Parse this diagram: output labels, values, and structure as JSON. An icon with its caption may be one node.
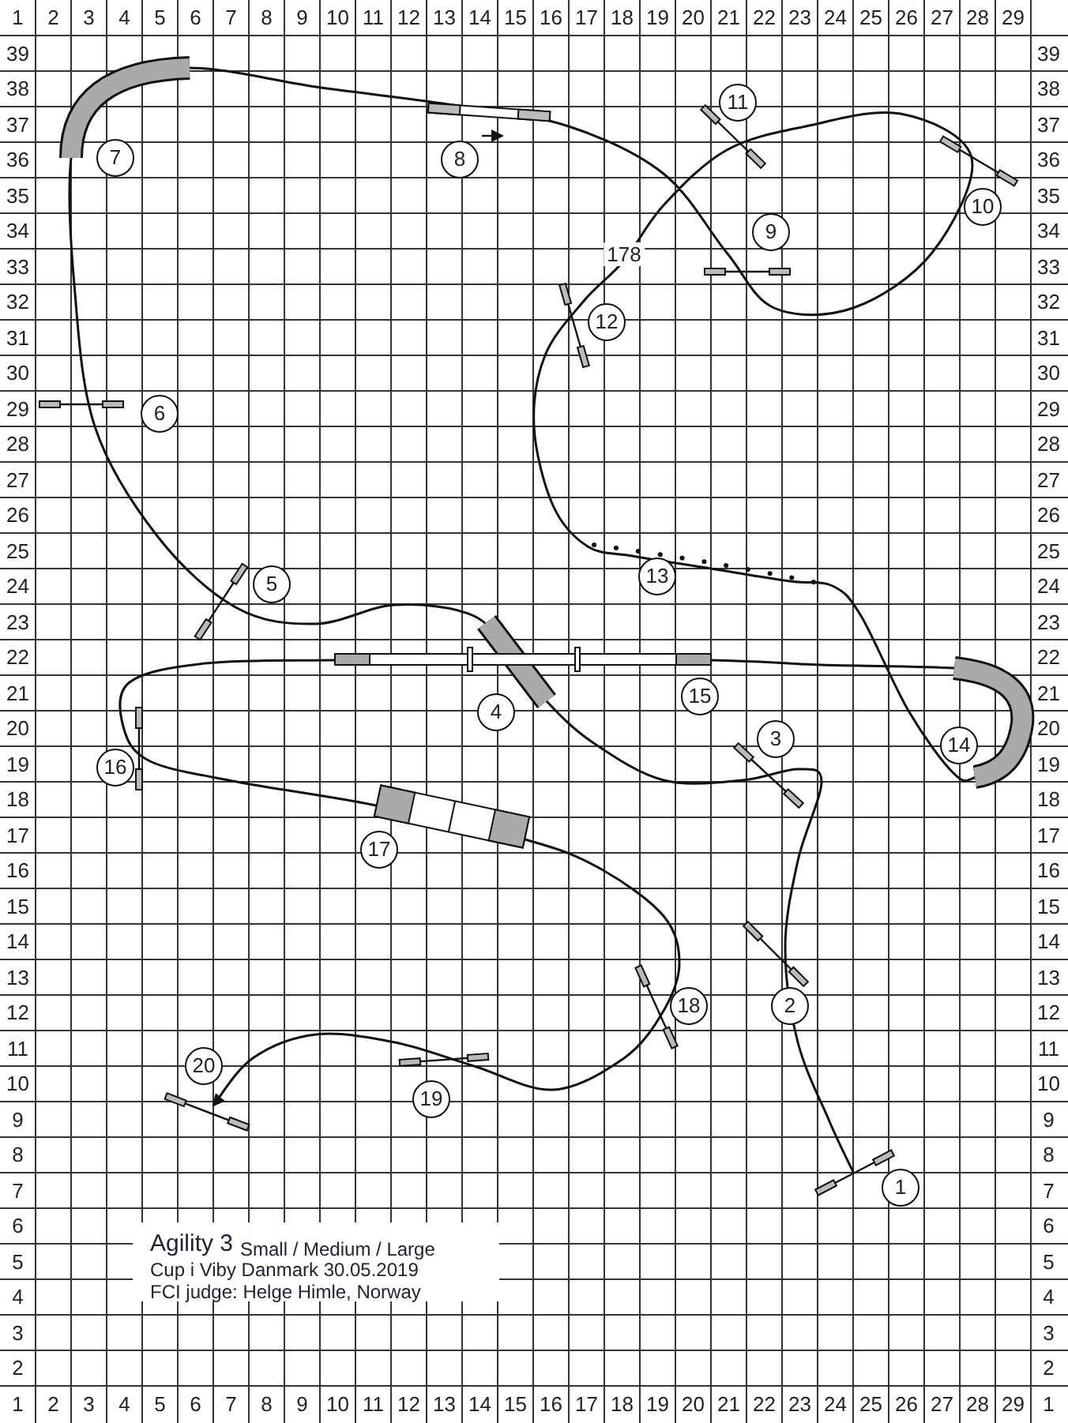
{
  "diagram": {
    "labels": [
      "1",
      "2",
      "3",
      "4",
      "5",
      "6",
      "7",
      "8",
      "9",
      "10",
      "11",
      "12",
      "13",
      "14",
      "15",
      "16",
      "17",
      "18",
      "19",
      "20",
      "21",
      "22",
      "23",
      "24",
      "25",
      "26",
      "27",
      "28",
      "29",
      "39",
      "39",
      "38",
      "38",
      "37",
      "37",
      "36",
      "36",
      "35",
      "35",
      "34",
      "34",
      "33",
      "33",
      "32",
      "32",
      "31",
      "31",
      "30",
      "30",
      "29",
      "29",
      "28",
      "28",
      "27",
      "27",
      "26",
      "26",
      "25",
      "25",
      "24",
      "24",
      "23",
      "23",
      "22",
      "22",
      "21",
      "21",
      "20",
      "20",
      "19",
      "19",
      "18",
      "18",
      "17",
      "17",
      "16",
      "16",
      "15",
      "15",
      "14",
      "14",
      "13",
      "13",
      "12",
      "12",
      "11",
      "11",
      "10",
      "10",
      "9",
      "9",
      "8",
      "8",
      "7",
      "7",
      "6",
      "6",
      "5",
      "5",
      "4",
      "4",
      "3",
      "3",
      "2",
      "2",
      "1",
      "2",
      "3",
      "4",
      "5",
      "6",
      "7",
      "8",
      "9",
      "10",
      "11",
      "12",
      "13",
      "14",
      "15",
      "16",
      "17",
      "18",
      "19",
      "20",
      "21",
      "22",
      "23",
      "24",
      "25",
      "26",
      "27",
      "28",
      "29",
      "1",
      "1",
      "2",
      "3",
      "4",
      "5",
      "6",
      "7",
      "8",
      "9",
      "10",
      "11",
      "12",
      "13",
      "14",
      "15",
      "16",
      "17",
      "18",
      "19",
      "20",
      "178",
      "Agility 3",
      "Small / Medium / Large",
      "Cup i Viby Danmark  30.05.2019",
      "FCI judge: Helge Himle, Norway"
    ]
  }
}
